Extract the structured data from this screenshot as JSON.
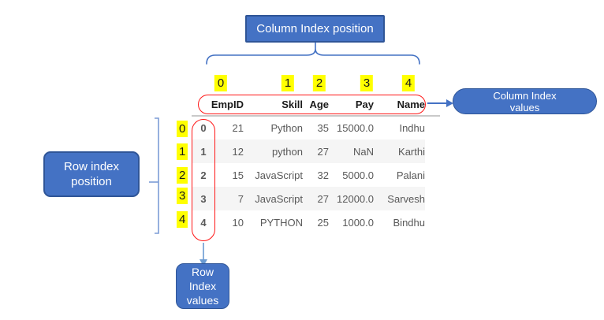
{
  "colors": {
    "accent_blue": "#4472C4",
    "box_border_blue": "#2F5597",
    "connector_blue": "#5B9BD5",
    "highlight_yellow": "#FFFF00",
    "annotation_red": "#FF1616",
    "stripe_gray": "#F5F5F5",
    "body_text_gray": "#595959"
  },
  "boxes": {
    "column_index_position": "Column Index position",
    "column_index_values": {
      "line1": "Column Index",
      "line2": "values"
    },
    "row_index_position": {
      "line1": "Row index",
      "line2": "position"
    },
    "row_index_values": {
      "line1": "Row",
      "line2": "Index",
      "line3": "values"
    }
  },
  "column_index_positions": [
    "0",
    "1",
    "2",
    "3",
    "4"
  ],
  "row_index_positions": [
    "0",
    "1",
    "2",
    "3",
    "4"
  ],
  "table": {
    "columns": [
      "EmpID",
      "Skill",
      "Age",
      "Pay",
      "Name"
    ],
    "rows": [
      {
        "index": "0",
        "cells": [
          "21",
          "Python",
          "35",
          "15000.0",
          "Indhu"
        ]
      },
      {
        "index": "1",
        "cells": [
          "12",
          "python",
          "27",
          "NaN",
          "Karthi"
        ]
      },
      {
        "index": "2",
        "cells": [
          "15",
          "JavaScript",
          "32",
          "5000.0",
          "Palani"
        ]
      },
      {
        "index": "3",
        "cells": [
          "7",
          "JavaScript",
          "27",
          "12000.0",
          "Sarvesh"
        ]
      },
      {
        "index": "4",
        "cells": [
          "10",
          "PYTHON",
          "25",
          "1000.0",
          "Bindhu"
        ]
      }
    ]
  }
}
